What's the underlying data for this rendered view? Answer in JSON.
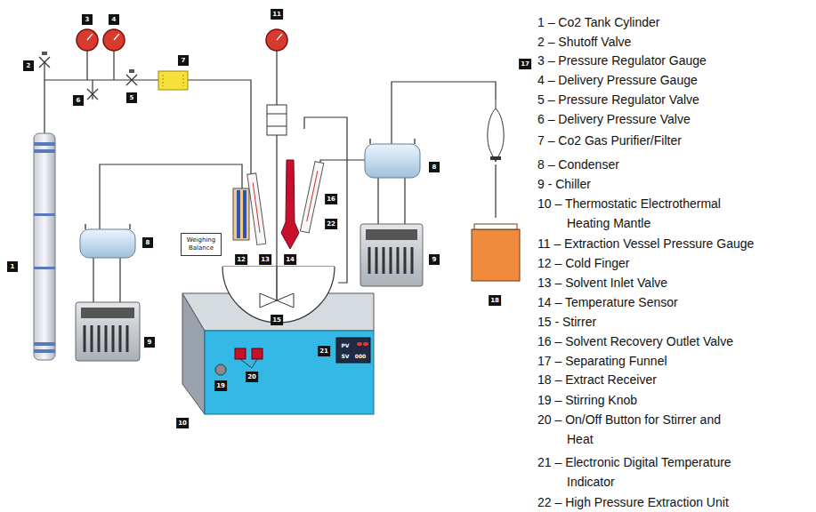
{
  "diagram": {
    "nodes": [
      {
        "text": [
          "Weighing Balance"
        ]
      }
    ],
    "labels": [
      "3",
      "4",
      "2",
      "7",
      "11",
      "6",
      "5",
      "1",
      "8",
      "12",
      "13",
      "14",
      "16",
      "22",
      "8",
      "17",
      "9",
      "9",
      "15",
      "18",
      "PV",
      "SV",
      "000",
      "10",
      "19",
      "20",
      "21",
      "1 – Co2 Tank Cylinder",
      "2 – Shutoff Valve",
      "3 – Pressure Regulator Gauge",
      "4 – Delivery Pressure Gauge",
      "5 – Pressure Regulator Valve",
      "6 – Delivery Pressure Valve",
      "7 – Co2 Gas Purifier/Filter",
      "8 – Condenser",
      "9 - Chiller",
      "10 – Thermostatic Electrothermal Heating Mantle",
      "11 – Extraction Vessel Pressure Gauge",
      "12 – Cold Finger",
      "13 – Solvent Inlet Valve",
      "14 – Temperature Sensor",
      "15 - Stirrer",
      "16 – Solvent Recovery Outlet Valve",
      "17 – Separating Funnel",
      "18 – Extract Receiver",
      "19 – Stirring Knob",
      "20 – On/Off Button for Stirrer and Heat",
      "21 – Electronic Digital Temperature Indicator",
      "22 – High Pressure Extraction Unit"
    ]
  }
}
